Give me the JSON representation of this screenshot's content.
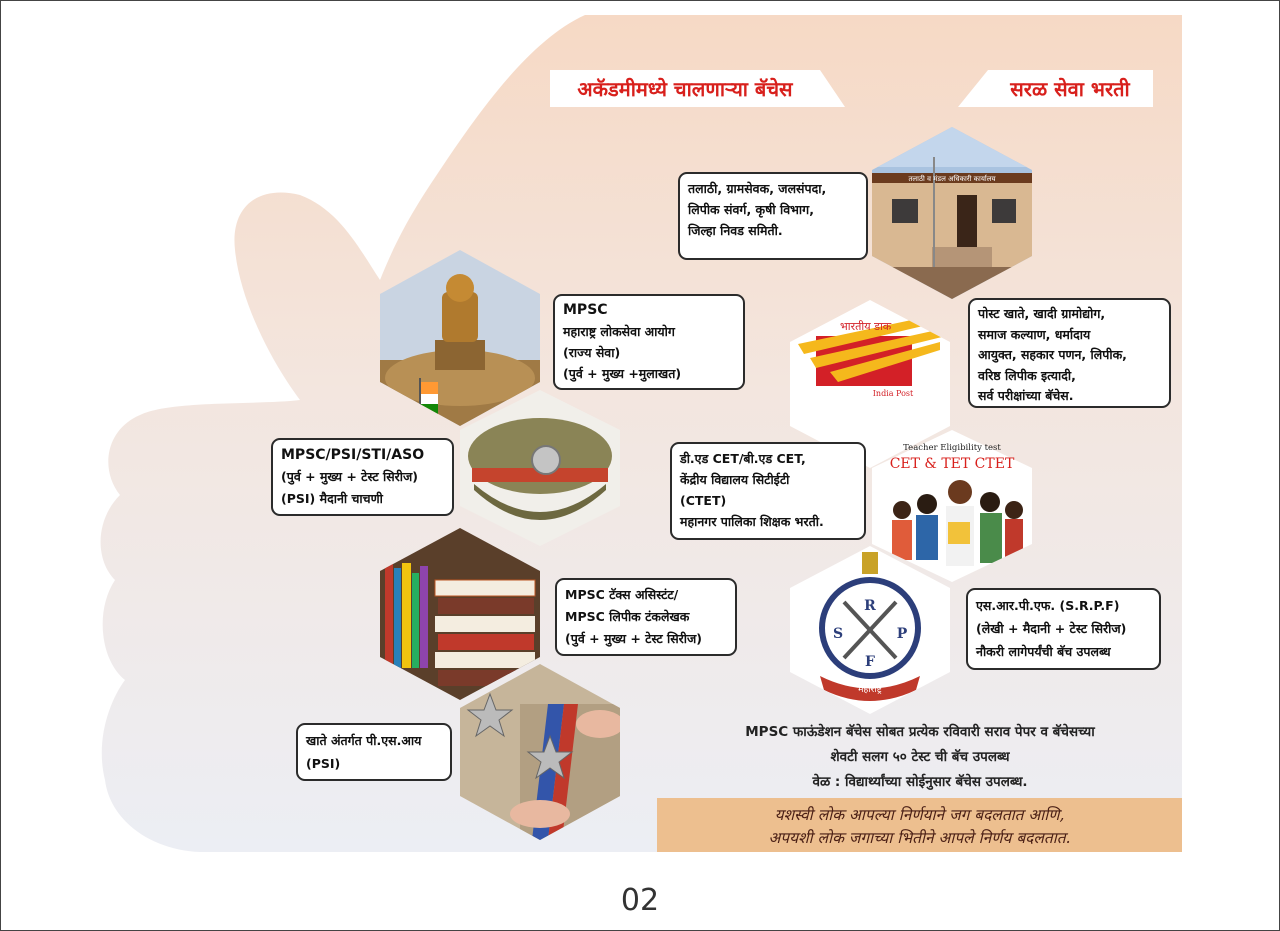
{
  "banners": {
    "left": "अकॅडमीमध्ये चालणाऱ्या बॅचेस",
    "right": "सरळ सेवा भरती"
  },
  "boxes": {
    "talathi": [
      "तलाठी, ग्रामसेवक, जलसंपदा,",
      "लिपीक संवर्ग, कृषी विभाग,",
      "जिल्हा निवड समिती."
    ],
    "mpsc": [
      "MPSC",
      "महाराष्ट्र लोकसेवा आयोग",
      "(राज्य सेवा)",
      "(पुर्व + मुख्य +मुलाखत)"
    ],
    "post": [
      "पोस्ट खाते, खादी ग्रामोद्योग,",
      "समाज कल्याण, धर्मादाय",
      "आयुक्त, सहकार पणन, लिपीक,",
      "वरिष्ठ लिपीक इत्यादी,",
      "सर्व परीक्षांच्या बॅचेस."
    ],
    "psi": [
      "MPSC/PSI/STI/ASO",
      "(पुर्व + मुख्य + टेस्ट सिरीज)",
      "(PSI) मैदानी चाचणी"
    ],
    "ctet": [
      "डी.एड CET/बी.एड CET,",
      "केंद्रीय विद्यालय सिटीईटी",
      "(CTET)",
      "महानगर पालिका शिक्षक भरती."
    ],
    "tax": [
      "MPSC टॅक्स असिस्टंट/",
      "MPSC लिपीक टंकलेखक",
      "(पुर्व + मुख्य + टेस्ट सिरीज)"
    ],
    "srpf": [
      "एस.आर.पी.एफ. (S.R.P.F)",
      "(लेखी + मैदानी + टेस्ट सिरीज)",
      "नौकरी लागेपर्यंची बॅच उपलब्ध"
    ],
    "khate": [
      "खाते अंतर्गत पी.एस.आय",
      "(PSI)"
    ]
  },
  "images": {
    "office_sign": "तलाठी व मंडल अधिकारी कार्यालय",
    "indiapost_hindi": "भारतीय डाक",
    "indiapost_en": "India Post",
    "tet_top": "Teacher Eligibility test",
    "tet_main": "CET & TET CTET",
    "srpf_s": "S",
    "srpf_r": "R",
    "srpf_p": "P",
    "srpf_f": "F",
    "srpf_ribbon": "महाराष्ट्र"
  },
  "footer": {
    "line1": "MPSC फाऊंडेशन बॅचेस सोबत प्रत्येक रविवारी सराव पेपर व बॅचेसच्या",
    "line2": "शेवटी सलग ५० टेस्ट ची बॅच उपलब्ध",
    "line3": "वेळ : विद्यार्थ्यांच्या सोईनुसार बॅचेस उपलब्ध.",
    "quote1": "यशस्वी लोक आपल्या निर्णयाने जग बदलतात आणि,",
    "quote2": "अपयशी लोक जगाच्या भितीने आपले निर्णय बदलतात."
  },
  "page_number": "02",
  "colors": {
    "banner_text": "#d8201c",
    "quote_bg": "#edbf8f",
    "quote_text": "#4a1f15",
    "india_post_red": "#d32027",
    "india_post_yellow": "#f5b81c"
  }
}
